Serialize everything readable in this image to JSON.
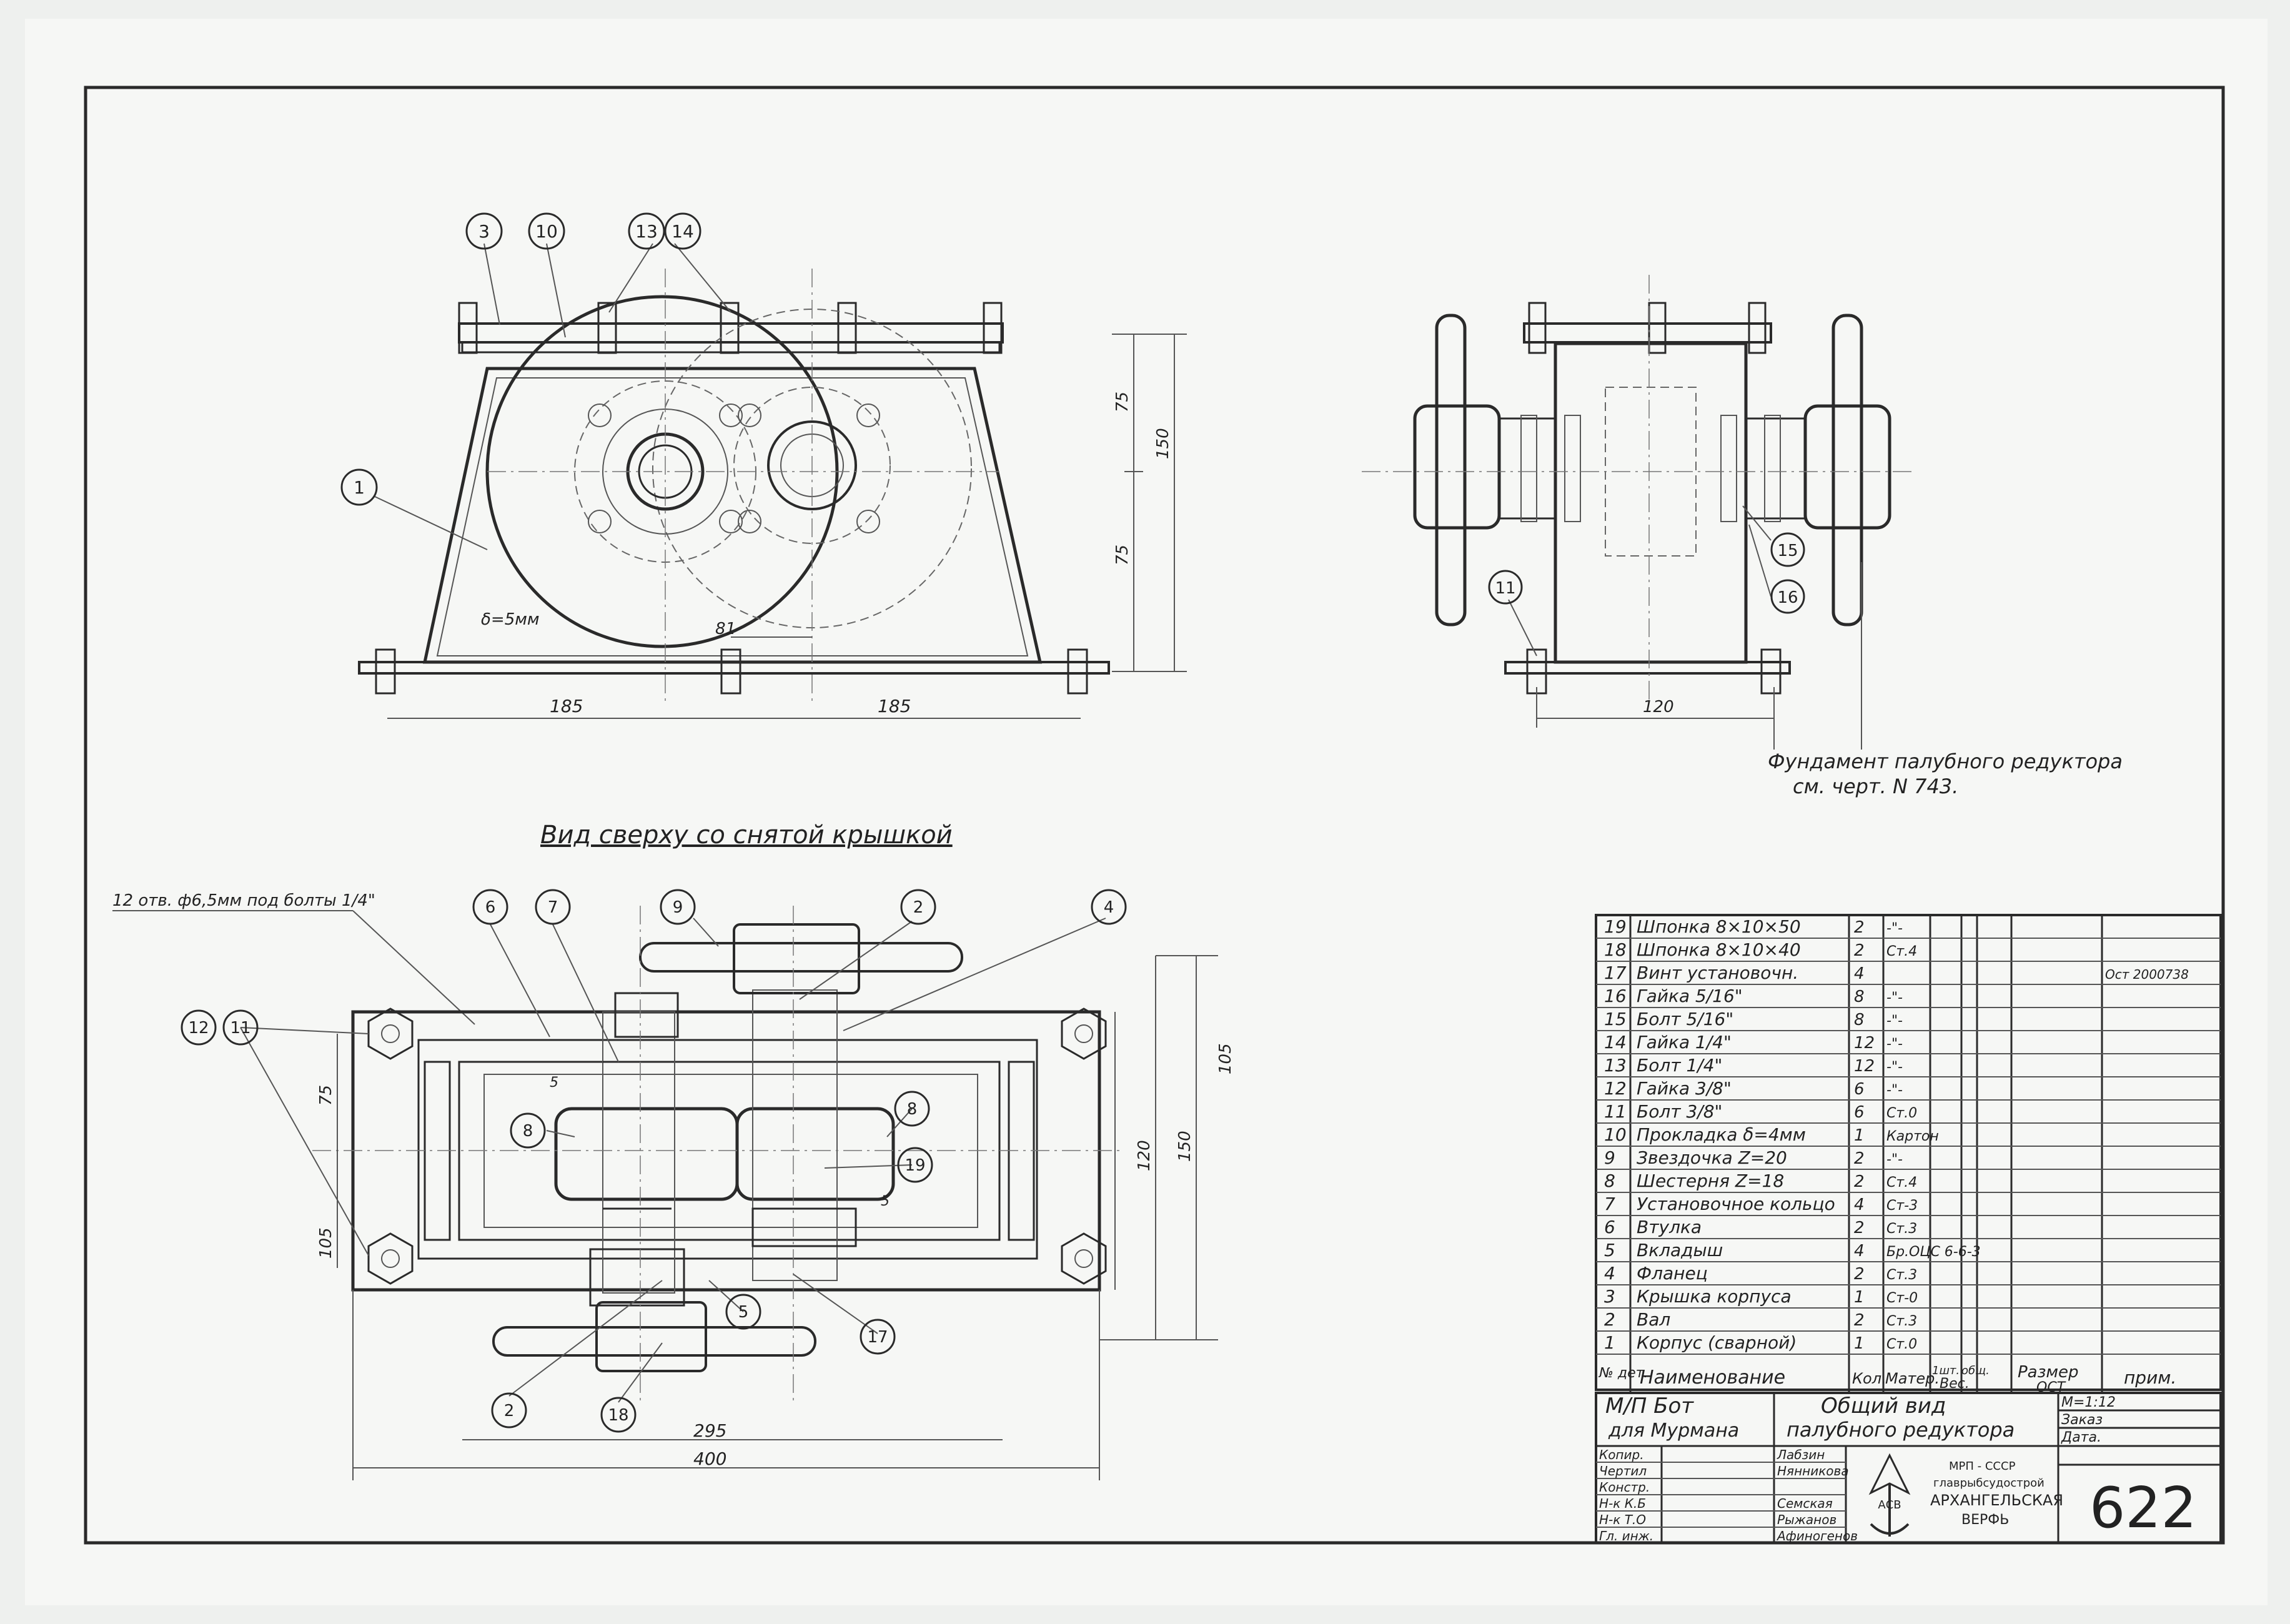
{
  "notes": {
    "view_title": "Вид сверху со снятой крышкой",
    "holes_note": "12 отв. ф6,5мм под болты 1/4\"",
    "foundation_line1": "Фундамент палубного редуктора",
    "foundation_line2": "см. черт. N 743.",
    "thickness": "δ=5мм"
  },
  "dimensions": {
    "front_left": "185",
    "front_right": "185",
    "front_upper": "75",
    "front_lower": "75",
    "front_height": "150",
    "center_distance": "81",
    "side_width": "120",
    "top_75": "75",
    "top_105_left": "105",
    "top_105_right": "105",
    "top_120": "120",
    "top_150": "150",
    "top_295": "295",
    "top_400": "400",
    "top_5a": "5",
    "top_5b": "5"
  },
  "balloons": {
    "front": [
      "3",
      "10",
      "13",
      "14",
      "1"
    ],
    "side": [
      "15",
      "16",
      "11"
    ],
    "top": [
      "6",
      "7",
      "9",
      "2",
      "4",
      "12",
      "11",
      "8",
      "8",
      "19",
      "5",
      "17",
      "2",
      "18"
    ]
  },
  "parts_list": [
    {
      "no": "19",
      "name": "Шпонка 8×10×50",
      "qty": "2",
      "mat": "-\"-",
      "note": ""
    },
    {
      "no": "18",
      "name": "Шпонка 8×10×40",
      "qty": "2",
      "mat": "Ст.4",
      "note": ""
    },
    {
      "no": "17",
      "name": "Винт установочн.",
      "qty": "4",
      "mat": "",
      "note": "Ост 2000738"
    },
    {
      "no": "16",
      "name": "Гайка 5/16\"",
      "qty": "8",
      "mat": "-\"-",
      "note": ""
    },
    {
      "no": "15",
      "name": "Болт 5/16\"",
      "qty": "8",
      "mat": "-\"-",
      "note": ""
    },
    {
      "no": "14",
      "name": "Гайка 1/4\"",
      "qty": "12",
      "mat": "-\"-",
      "note": ""
    },
    {
      "no": "13",
      "name": "Болт 1/4\"",
      "qty": "12",
      "mat": "-\"-",
      "note": ""
    },
    {
      "no": "12",
      "name": "Гайка 3/8\"",
      "qty": "6",
      "mat": "-\"-",
      "note": ""
    },
    {
      "no": "11",
      "name": "Болт 3/8\"",
      "qty": "6",
      "mat": "Ст.0",
      "note": ""
    },
    {
      "no": "10",
      "name": "Прокладка δ=4мм",
      "qty": "1",
      "mat": "Картон",
      "note": ""
    },
    {
      "no": "9",
      "name": "Звездочка Z=20",
      "qty": "2",
      "mat": "-\"-",
      "note": ""
    },
    {
      "no": "8",
      "name": "Шестерня Z=18",
      "qty": "2",
      "mat": "Ст.4",
      "note": ""
    },
    {
      "no": "7",
      "name": "Установочное кольцо",
      "qty": "4",
      "mat": "Ст-3",
      "note": ""
    },
    {
      "no": "6",
      "name": "Втулка",
      "qty": "2",
      "mat": "Ст.3",
      "note": ""
    },
    {
      "no": "5",
      "name": "Вкладыш",
      "qty": "4",
      "mat": "Бр.ОЦС 6-6-3",
      "note": ""
    },
    {
      "no": "4",
      "name": "Фланец",
      "qty": "2",
      "mat": "Ст.3",
      "note": ""
    },
    {
      "no": "3",
      "name": "Крышка корпуса",
      "qty": "1",
      "mat": "Ст-0",
      "note": ""
    },
    {
      "no": "2",
      "name": "Вал",
      "qty": "2",
      "mat": "Ст.3",
      "note": ""
    },
    {
      "no": "1",
      "name": "Корпус (сварной)",
      "qty": "1",
      "mat": "Ст.0",
      "note": ""
    }
  ],
  "table_header": {
    "no": "№ дет.",
    "name": "Наименование",
    "qty": "Кол.",
    "mat": "Матер.",
    "wt1": "1шт.",
    "wt2": "общ.",
    "weight": "Вес.",
    "size": "Размер",
    "ost": "ОСТ",
    "note": "прим."
  },
  "title_block": {
    "vessel1": "М/П Бот",
    "vessel2": "для Мурмана",
    "drawing1": "Общий вид",
    "drawing2": "палубного редуктора",
    "scale": "М=1:12",
    "order": "Заказ",
    "date": "Дата.",
    "roles": [
      "Копир.",
      "Чертил",
      "Констр.",
      "Н-к К.Б",
      "Н-к Т.О",
      "Гл. инж."
    ],
    "names": [
      "Лабзин",
      "Нянникова",
      "Семская",
      "Рыжанов",
      "Афиногенов"
    ],
    "org1": "МРП - СССР",
    "org2": "главрыбсудострой",
    "org3": "АРХАНГЕЛЬСКАЯ",
    "org4": "ВЕРФЬ",
    "logo": "АСВ",
    "sheet_no": "622"
  }
}
